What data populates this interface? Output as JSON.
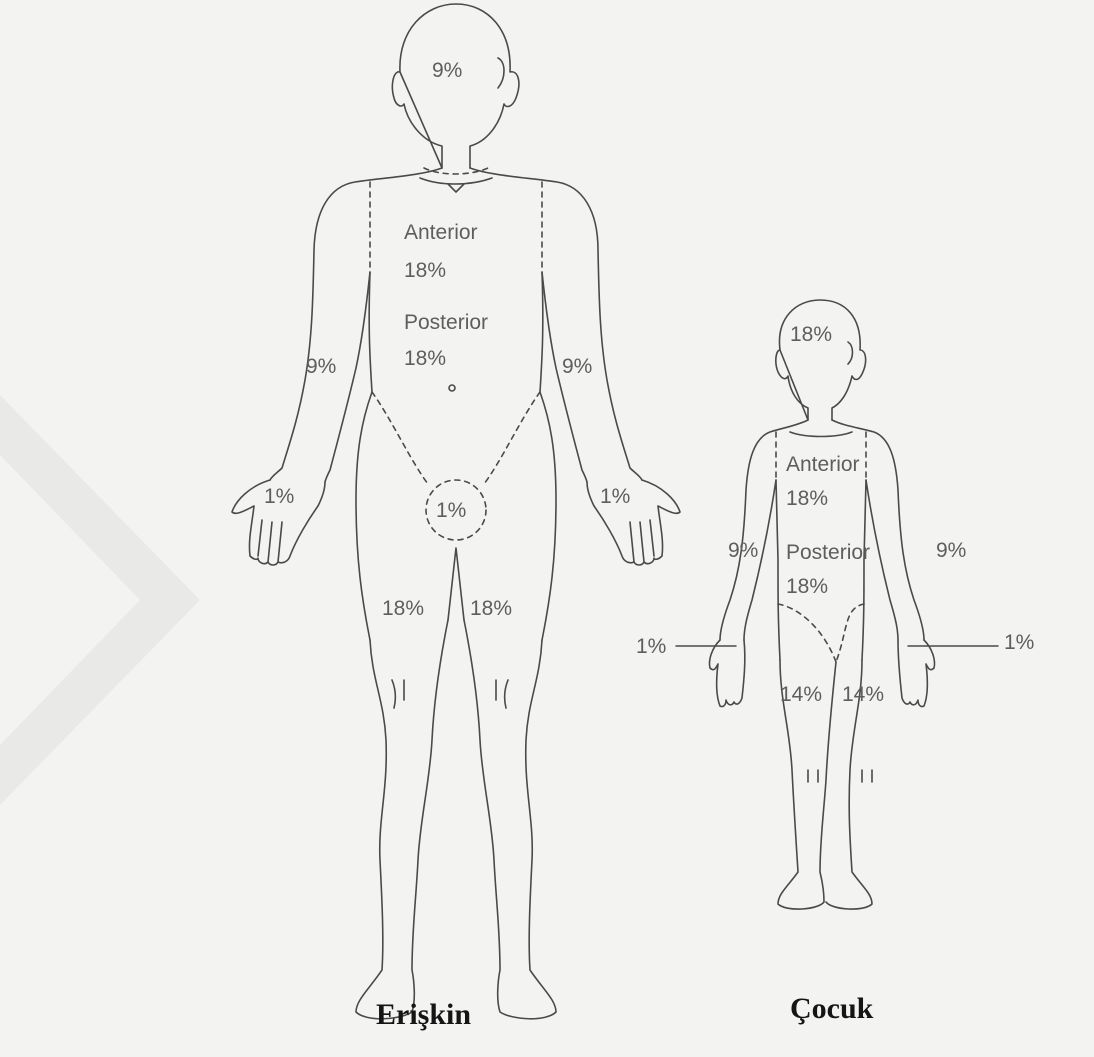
{
  "adult": {
    "caption": "Erişkin",
    "head": "9%",
    "trunk_anterior": "Anterior",
    "trunk_anterior_pct": "18%",
    "trunk_posterior": "Posterior",
    "trunk_posterior_pct": "18%",
    "arm_right": "9%",
    "arm_left": "9%",
    "hand_right": "1%",
    "hand_left": "1%",
    "perineum": "1%",
    "leg_right": "18%",
    "leg_left": "18%"
  },
  "child": {
    "caption": "Çocuk",
    "head": "18%",
    "trunk_anterior": "Anterior",
    "trunk_anterior_pct": "18%",
    "trunk_posterior": "Posterior",
    "trunk_posterior_pct": "18%",
    "arm_right": "9%",
    "arm_left": "9%",
    "hand_right": "1%",
    "hand_left": "1%",
    "leg_right": "14%",
    "leg_left": "14%"
  },
  "colors": {
    "background": "#f3f3f1",
    "line": "#4a4a4a",
    "label": "#5e5e5e",
    "watermark": "#e9e9e7"
  }
}
